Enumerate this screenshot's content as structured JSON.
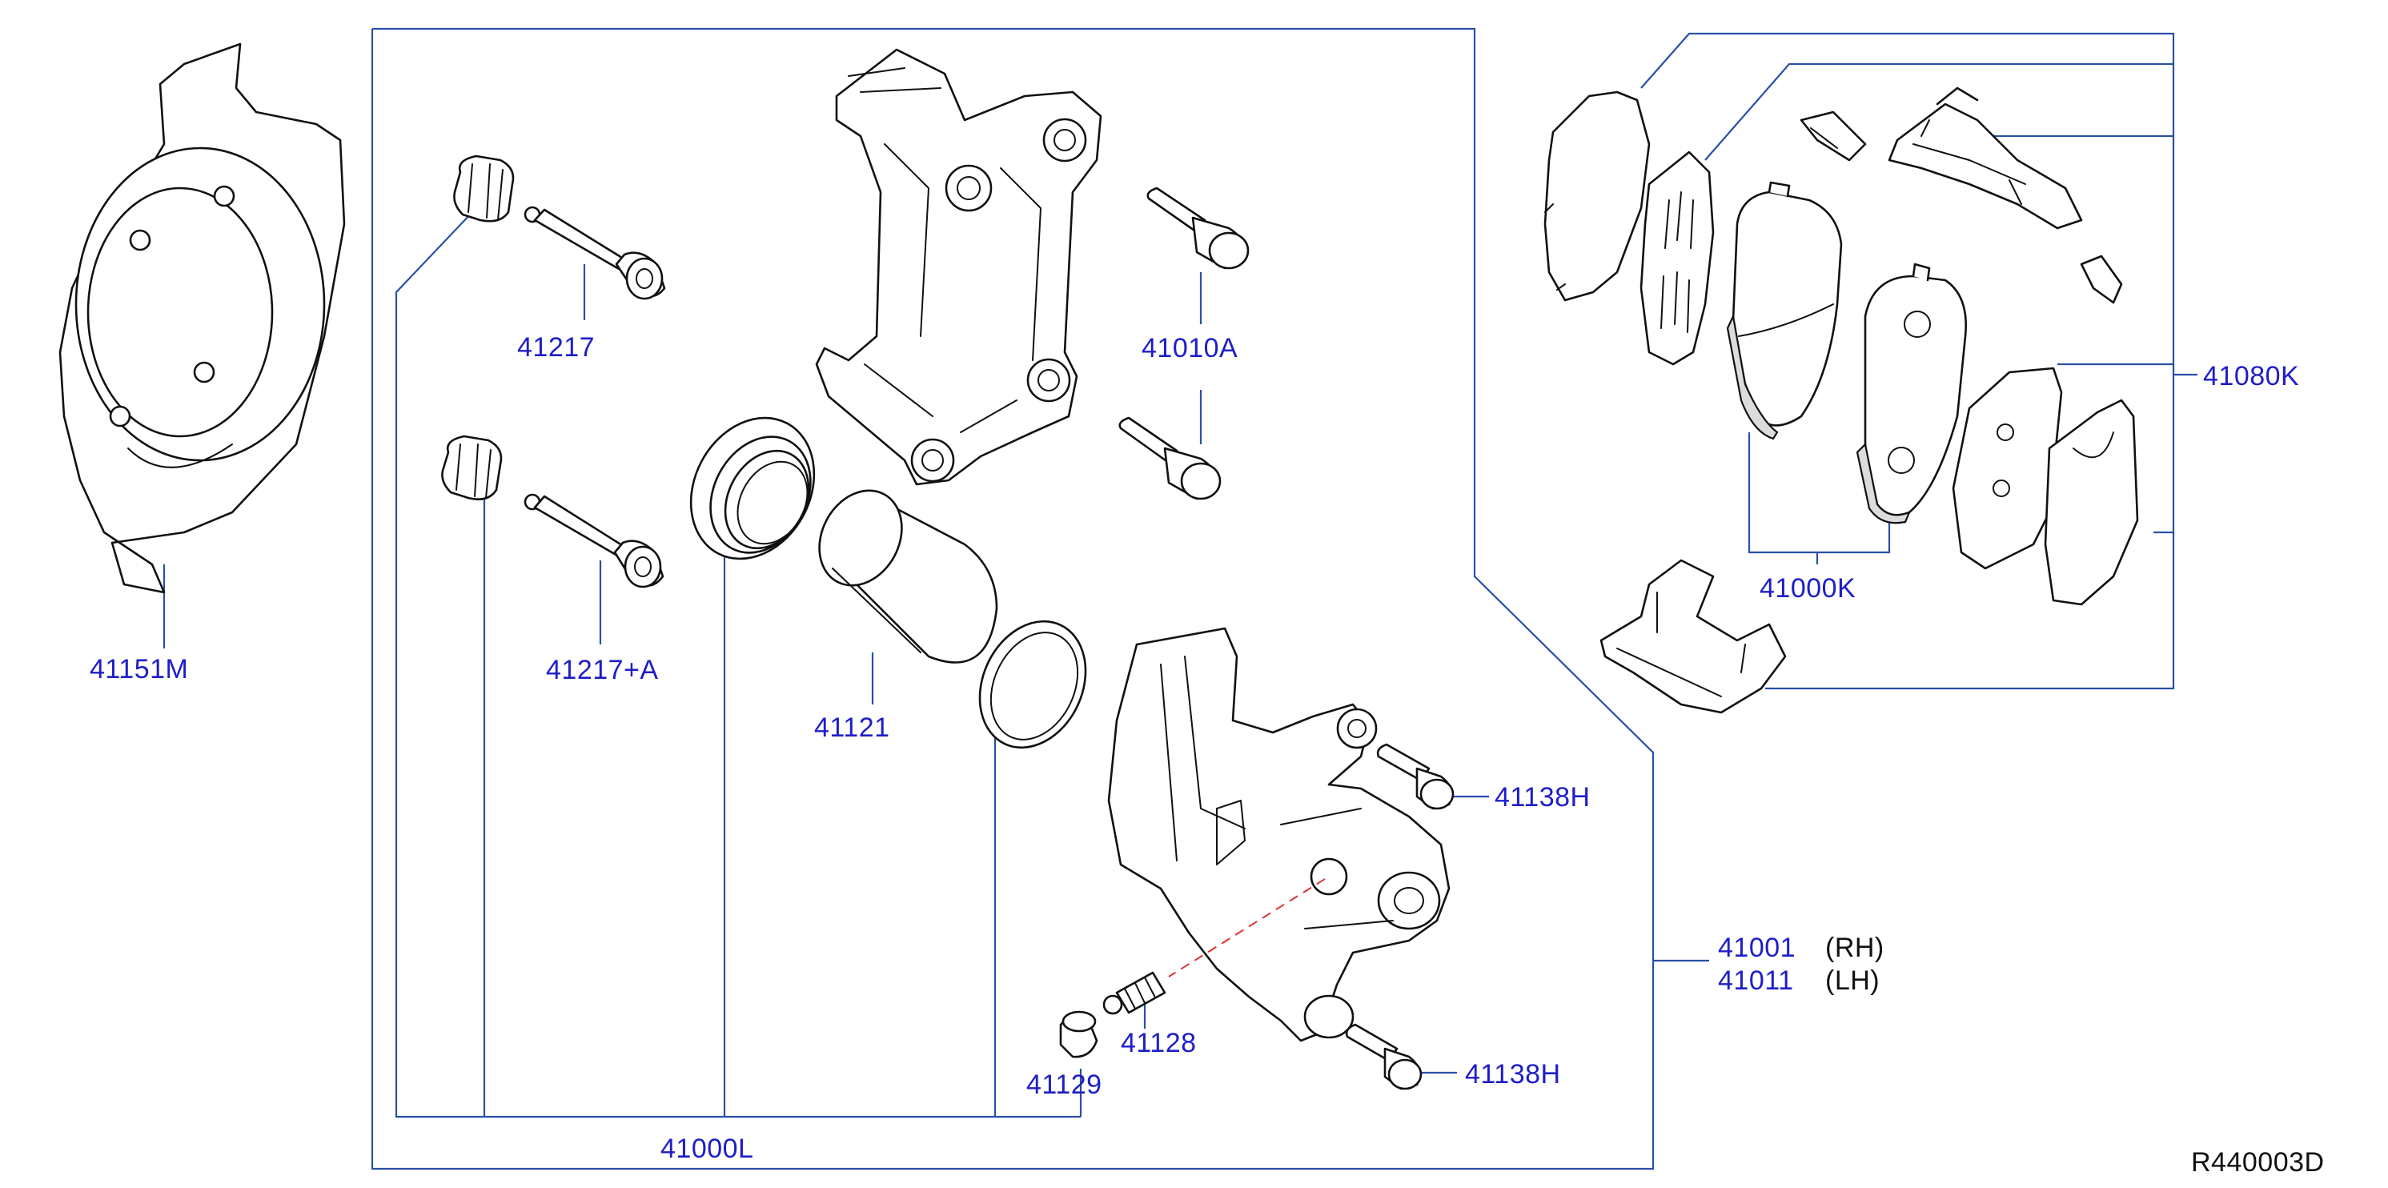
{
  "diagram": {
    "reference_code": "R440003D",
    "labels": {
      "l41151M": "41151M",
      "l41217": "41217",
      "l41217A": "41217+A",
      "l41010A": "41010A",
      "l41121": "41121",
      "l41000L": "41000L",
      "l41129": "41129",
      "l41128": "41128",
      "l41138H_top": "41138H",
      "l41138H_bottom": "41138H",
      "l41001": "41001",
      "l41001_side": "(RH)",
      "l41011": "41011",
      "l41011_side": "(LH)",
      "l41000K": "41000K",
      "l41080K": "41080K"
    }
  },
  "colors": {
    "label_text": "#1e1ec8",
    "leader_line": "#2a4fa8",
    "part_outline": "#111111",
    "dashed_axis": "#e03030"
  }
}
